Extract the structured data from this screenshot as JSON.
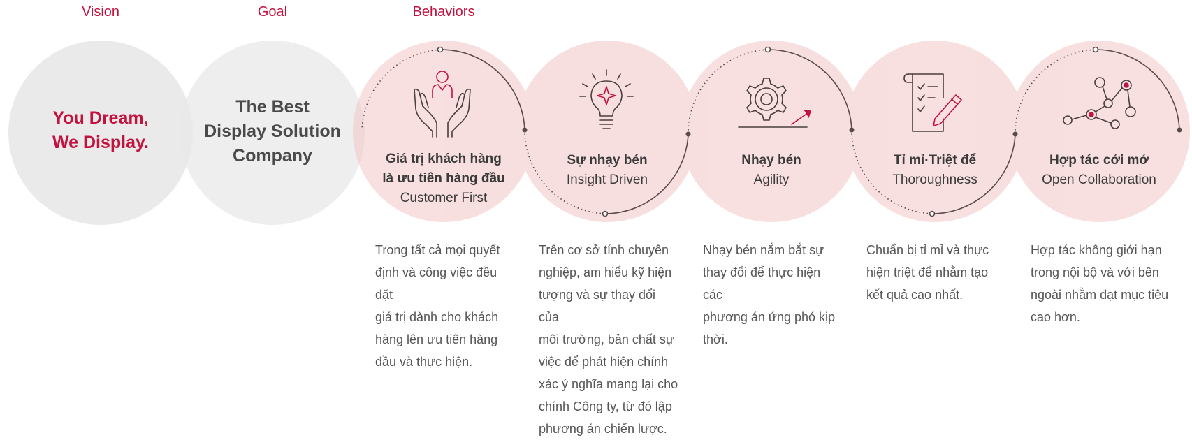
{
  "headers": {
    "vision": "Vision",
    "goal": "Goal",
    "behaviors": "Behaviors"
  },
  "vision": {
    "line1": "You Dream,",
    "line2": "We Display."
  },
  "goal": {
    "line1": "The Best",
    "line2": "Display Solution",
    "line3": "Company"
  },
  "behaviors": [
    {
      "icon": "customer-care-icon",
      "name_vi_lines": [
        "Giá trị khách hàng",
        "là ưu tiên hàng đầu"
      ],
      "name_en": "Customer First",
      "description_lines": [
        "Trong tất cả mọi quyết",
        "định và công việc đều đặt",
        "giá trị dành cho khách",
        "hàng lên ưu tiên hàng",
        "đầu và thực hiện."
      ]
    },
    {
      "icon": "lightbulb-icon",
      "name_vi_lines": [
        "Sự nhạy bén"
      ],
      "name_en": "Insight Driven",
      "description_lines": [
        "Trên cơ sở tính chuyên",
        "nghiệp, am hiểu kỹ hiện",
        "tượng và sự thay đổi của",
        "môi trường, bản chất sự",
        "việc để phát hiện chính",
        "xác ý nghĩa mang lại cho",
        "chính Công ty, từ đó lập",
        "phương án chiến lược."
      ]
    },
    {
      "icon": "gear-arrow-icon",
      "name_vi_lines": [
        "Nhạy bén"
      ],
      "name_en": "Agility",
      "description_lines": [
        "Nhạy bén nắm bắt sự",
        "thay đổi để thực hiện các",
        "phương án ứng phó kịp",
        "thời."
      ]
    },
    {
      "icon": "checklist-pencil-icon",
      "name_vi_lines": [
        "Tỉ mỉ·Triệt để"
      ],
      "name_en": "Thoroughness",
      "description_lines": [
        "Chuẩn bị tỉ mỉ và thực",
        "hiện triệt để nhằm tạo",
        "kết quả cao nhất."
      ]
    },
    {
      "icon": "network-nodes-icon",
      "name_vi_lines": [
        "Hợp tác cởi mở"
      ],
      "name_en": "Open Collaboration",
      "description_lines": [
        "Hợp tác không giới hạn",
        "trong nội bộ và với bên",
        "ngoài nhằm đạt mục tiêu",
        "cao hơn."
      ]
    }
  ],
  "colors": {
    "accent": "#c4123f",
    "gray_circle": "#e6e6e6",
    "pink_circle": "#f8e1e1",
    "text_dark": "#3a3a3a",
    "text_body": "#555555",
    "line": "#5a4a4a"
  }
}
